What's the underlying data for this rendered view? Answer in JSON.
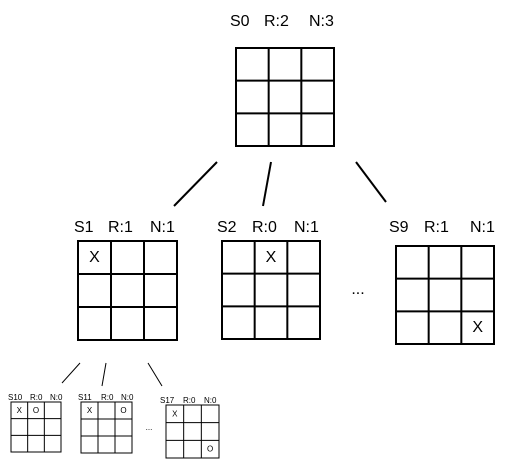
{
  "states": [
    {
      "id": "S0",
      "r": "R:2",
      "n": "N:3",
      "cells": [
        "",
        "",
        "",
        "",
        "",
        "",
        "",
        "",
        ""
      ]
    },
    {
      "id": "S1",
      "r": "R:1",
      "n": "N:1",
      "cells": [
        "X",
        "",
        "",
        "",
        "",
        "",
        "",
        "",
        ""
      ]
    },
    {
      "id": "S2",
      "r": "R:0",
      "n": "N:1",
      "cells": [
        "",
        "X",
        "",
        "",
        "",
        "",
        "",
        "",
        ""
      ]
    },
    {
      "id": "S9",
      "r": "R:1",
      "n": "N:1",
      "cells": [
        "",
        "",
        "",
        "",
        "",
        "",
        "",
        "",
        "X"
      ]
    },
    {
      "id": "S10",
      "r": "R:0",
      "n": "N:0",
      "cells": [
        "X",
        "O",
        "",
        "",
        "",
        "",
        "",
        "",
        ""
      ]
    },
    {
      "id": "S11",
      "r": "R:0",
      "n": "N:0",
      "cells": [
        "X",
        "",
        "O",
        "",
        "",
        "",
        "",
        "",
        ""
      ]
    },
    {
      "id": "S17",
      "r": "R:0",
      "n": "N:0",
      "cells": [
        "X",
        "",
        "",
        "",
        "",
        "",
        "",
        "",
        "O"
      ]
    }
  ],
  "ellipsis": [
    "...",
    "..."
  ]
}
